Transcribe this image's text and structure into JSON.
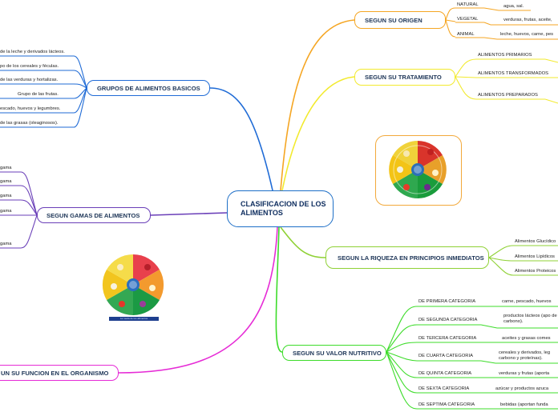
{
  "central": {
    "title": "CLASIFICACION DE LOS ALIMENTOS"
  },
  "branches": {
    "origen": {
      "label": "SEGUN SU ORIGEN",
      "items": [
        {
          "label": "NATURAL",
          "detail": "agua, sal."
        },
        {
          "label": "VEGETAL",
          "detail": "verduras, frutas, aceite,"
        },
        {
          "label": "ANIMAL",
          "detail": "leche, huevos, carne, pes"
        }
      ]
    },
    "tratamiento": {
      "label": "SEGUN SU TRATAMIENTO",
      "items": [
        "ALIMENTOS PRIMARIOS",
        "ALIMENTOS TRANSFORMADOS",
        "ALIMENTOS PREPARADOS"
      ]
    },
    "riqueza": {
      "label": "SEGUN LA RIQUEZA EN PRINCIPIOS INMEDIATOS",
      "items": [
        "Alimentos Glucídico",
        "Alimentos Lipídicos",
        "Alimentos Proteicos"
      ]
    },
    "valor": {
      "label": "SEGUN SU VALOR NUTRITIVO",
      "items": [
        {
          "label": "DE PRIMERA CATEGORIA",
          "detail": "carne, pescado, huevos"
        },
        {
          "label": "DE SEGUNDA CATEGORIA",
          "detail": "productos lácteos (apo de carbono)."
        },
        {
          "label": "DE TERCERA CATEGORIA",
          "detail": "aceites y grasas comes"
        },
        {
          "label": "DE CUARTA CATEGORIA",
          "detail": "cereales y derivados, leg carbono y proteínas)."
        },
        {
          "label": "DE QUINTA CATEGORIA",
          "detail": "verduras y frutas (aporta"
        },
        {
          "label": "DE SEXTA CATEGORIA",
          "detail": "azúcar y productos azuca"
        },
        {
          "label": "DE SEPTIMA CATEGORIA",
          "detail": "bebidas (aportan funda"
        }
      ]
    },
    "grupos": {
      "label": "GRUPOS DE ALIMENTOS BASICOS",
      "items": [
        "de la leche y derivados lácteos.",
        "po de los cereales y féculas.",
        "de las verduras y hortalizas.",
        "Grupo de las frutas.",
        "escado, huevos y legumbres.",
        "de las grasas (oleaginosos)."
      ]
    },
    "gamas": {
      "label": "SEGUN GAMAS DE ALIMENTOS",
      "items": [
        "gama",
        "gama",
        "gama",
        "gama",
        "gama"
      ]
    },
    "funcion": {
      "label": "UN SU FUNCION EN EL ORGANISMO"
    }
  },
  "image_caption": "La rueda de los alimentos",
  "colors": {
    "central": "#1e6fc7",
    "origen": "#f5a623",
    "tratamiento": "#f2ea2e",
    "riqueza": "#8fd135",
    "valor": "#3ddc2a",
    "grupos": "#1f6bd6",
    "gamas": "#6a3fb8",
    "funcion": "#e62bd6"
  }
}
